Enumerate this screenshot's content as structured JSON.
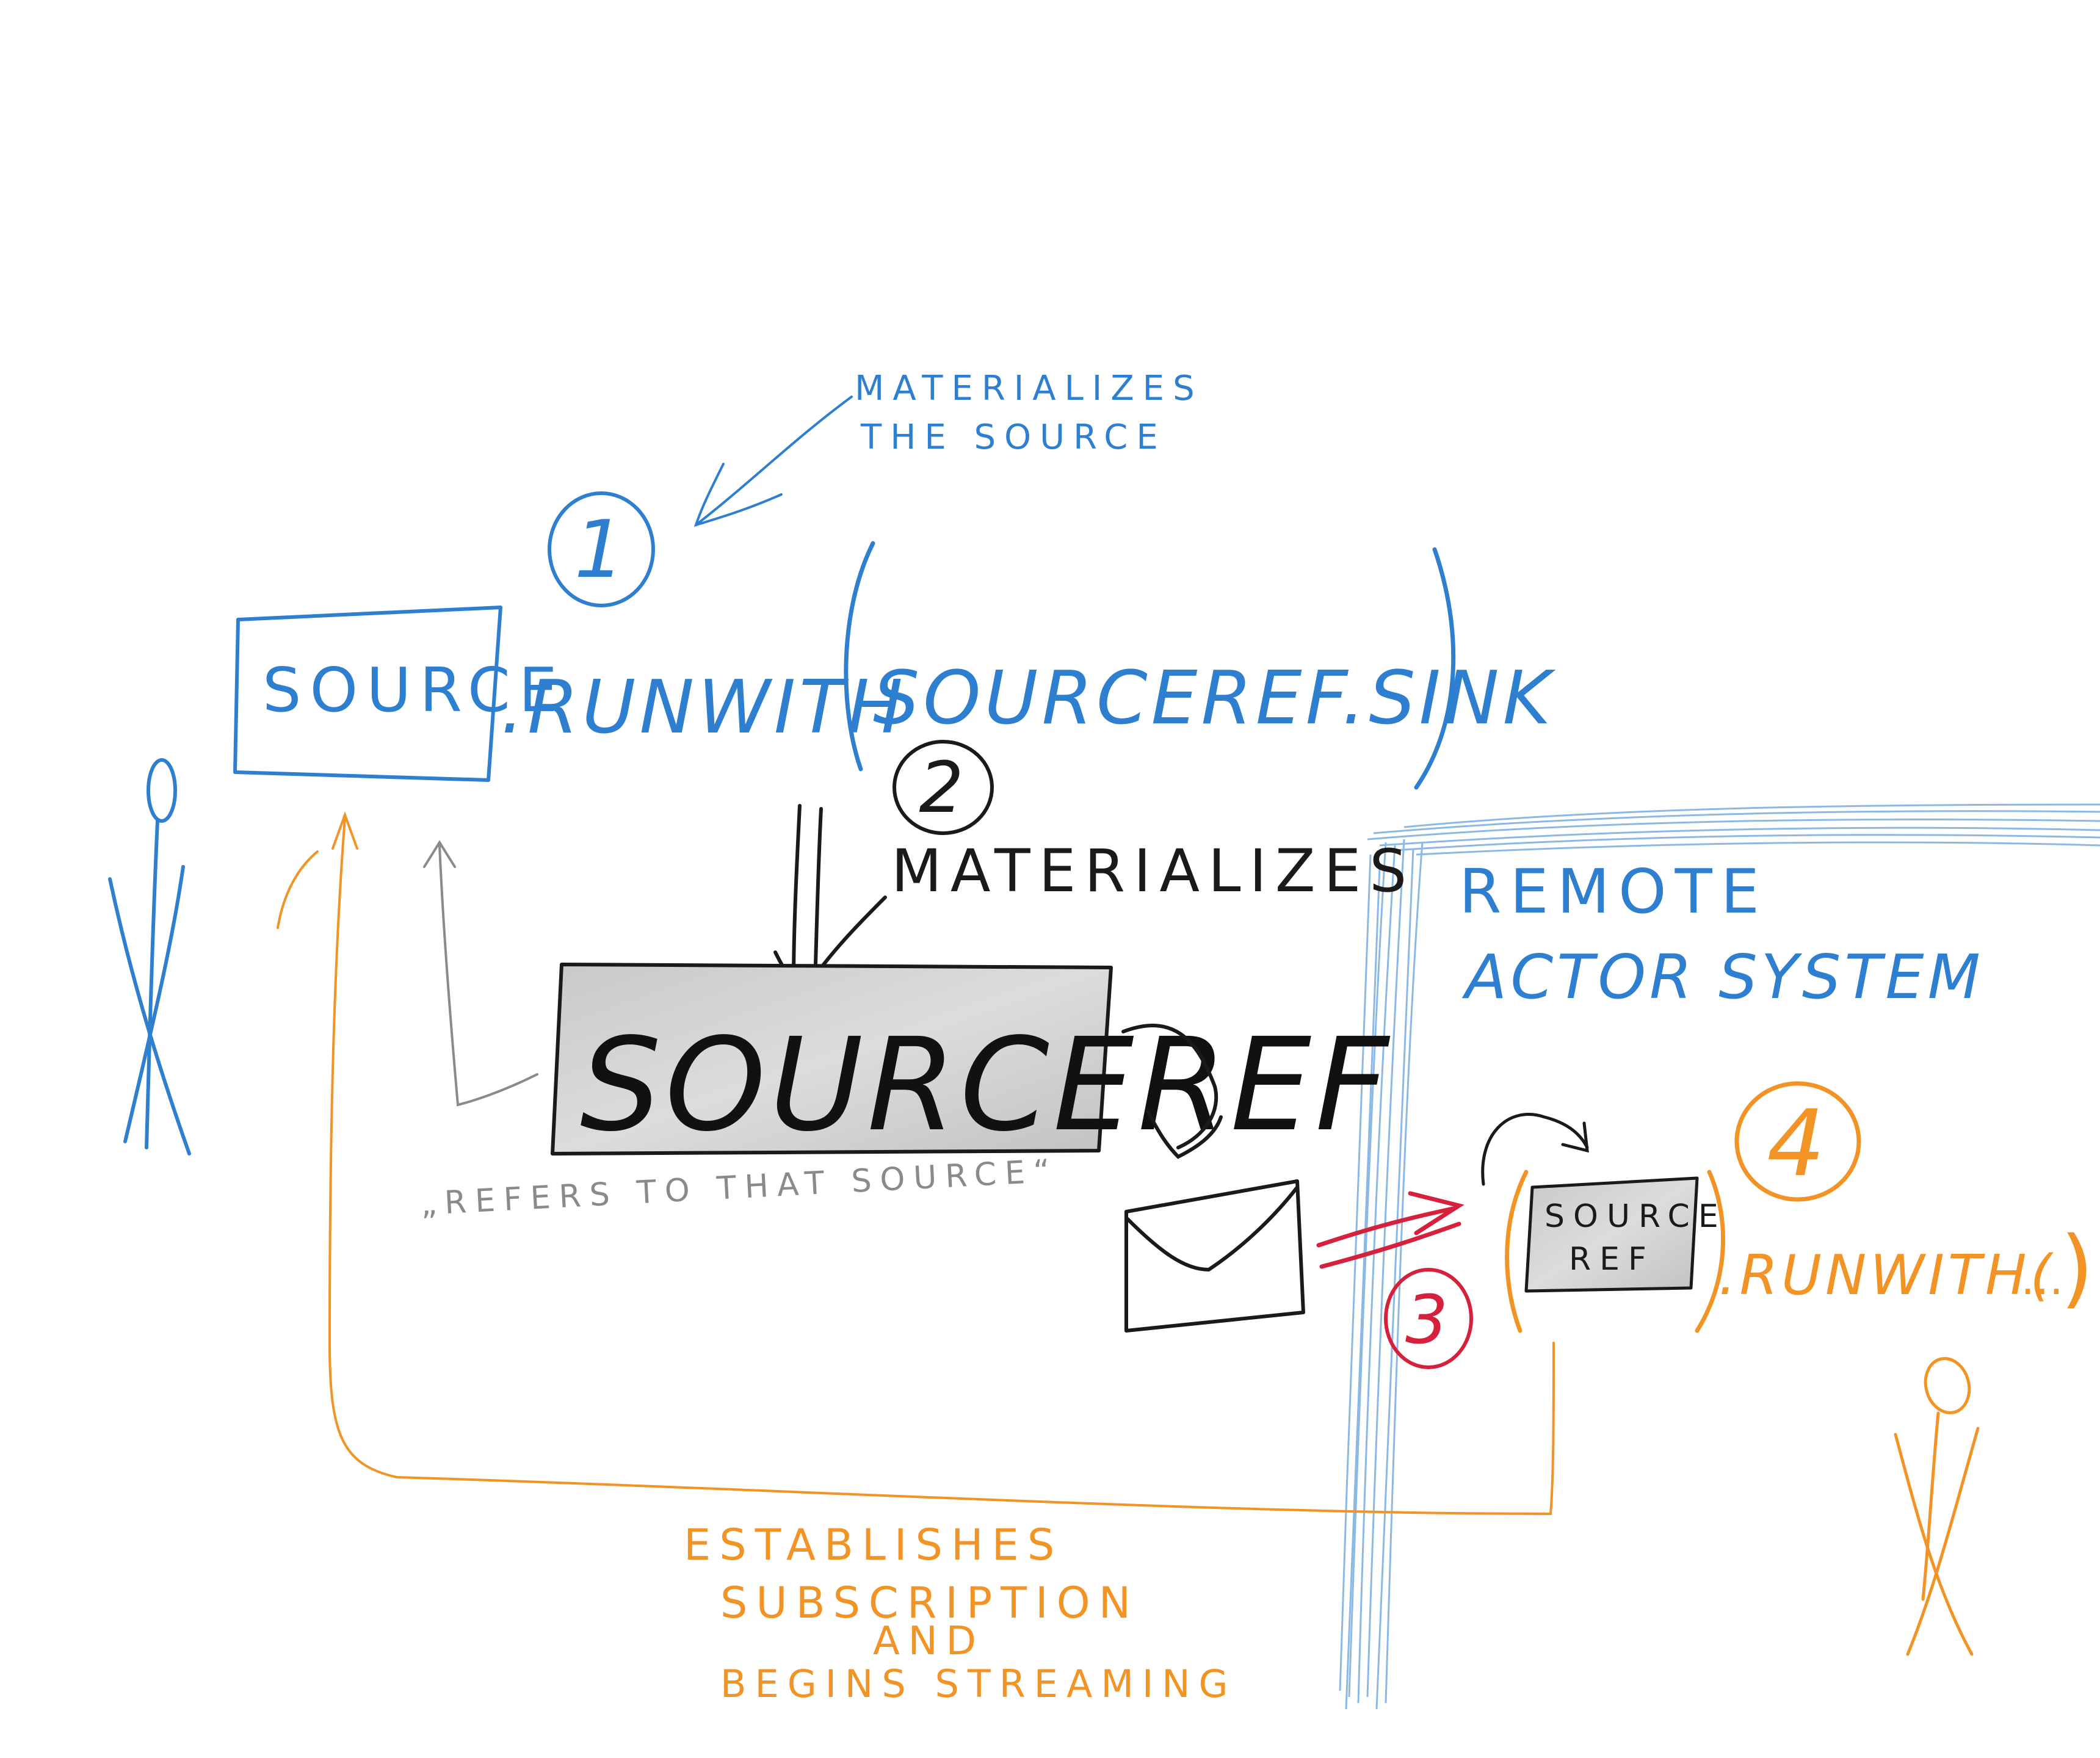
{
  "colors": {
    "blue": "#2f7fd1",
    "black": "#1a1a1a",
    "orange": "#f29425",
    "red": "#d6213d",
    "gray": "#8a8a8a",
    "gray_fill": "#d0d0d0"
  },
  "blue_note": {
    "line1": "MATERIALIZES",
    "line2": "THE SOURCE"
  },
  "step_numbers": {
    "one": "1",
    "two": "2",
    "three": "3",
    "four": "4"
  },
  "source_box": {
    "label": "SOURCE"
  },
  "run_with_expression": {
    "run_with": ".RUNWITH",
    "open_paren": "(",
    "argument": "SOURCEREF.SINK",
    "close_paren": ")"
  },
  "materializes_label": "MATERIALIZES",
  "sourceref_box": {
    "label": "SOURCEREF"
  },
  "refers_note": "„REFERS TO THAT SOURCE“",
  "message_icon": "envelope-icon",
  "remote_system": {
    "line1": "REMOTE",
    "line2": "ACTOR SYSTEM"
  },
  "remote_expression": {
    "open_paren": "(",
    "sourceref_line1": "SOURCE",
    "sourceref_line2": "REF",
    "close_paren": ")",
    "run_with": ".RUNWITH(",
    "ellipsis": "…",
    "end_paren": ")"
  },
  "orange_note": {
    "line1": "ESTABLISHES",
    "line2": "SUBSCRIPTION",
    "line3": "AND",
    "line4": "BEGINS STREAMING"
  }
}
